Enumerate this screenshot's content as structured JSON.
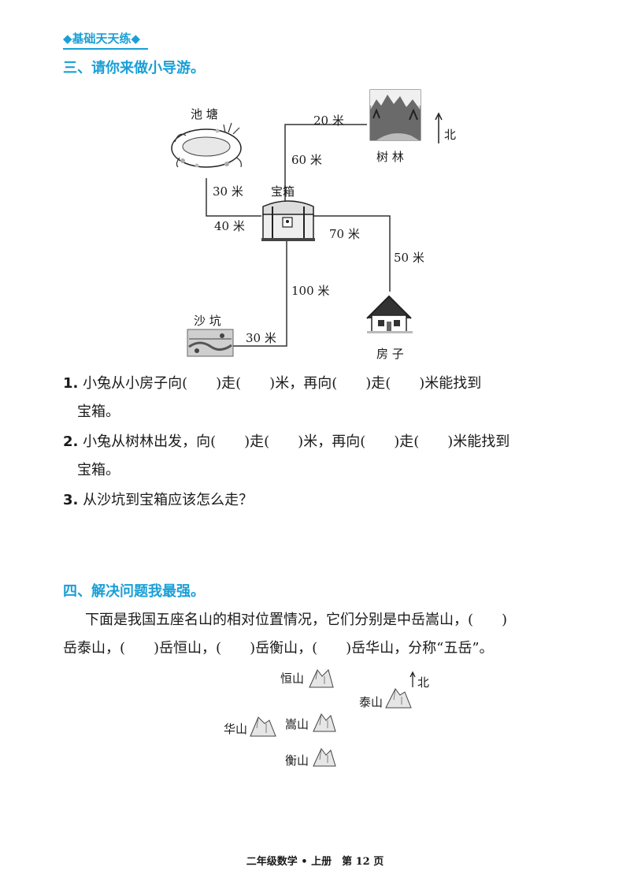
{
  "header": {
    "tag": "◆基础天天练◆"
  },
  "section3": {
    "title": "三、请你来做小导游。",
    "map": {
      "places": {
        "pond": "池 塘",
        "forest": "树 林",
        "chest": "宝箱",
        "sand": "沙 坑",
        "house": "房 子"
      },
      "north": "北",
      "distances": {
        "forest_h": "20 米",
        "forest_v": "60 米",
        "pond_v": "30 米",
        "pond_h": "40 米",
        "house_h": "70 米",
        "house_v": "50 米",
        "sand_v": "100 米",
        "sand_h": "30 米"
      }
    },
    "questions": [
      {
        "num": "1.",
        "line1": "小兔从小房子向(　　)走(　　)米，再向(　　)走(　　)米能找到",
        "line2": "宝箱。"
      },
      {
        "num": "2.",
        "line1": "小兔从树林出发，向(　　)走(　　)米，再向(　　)走(　　)米能找到",
        "line2": "宝箱。"
      },
      {
        "num": "3.",
        "line1": "从沙坑到宝箱应该怎么走？",
        "line2": ""
      }
    ]
  },
  "section4": {
    "title": "四、解决问题我最强。",
    "para1": "下面是我国五座名山的相对位置情况，它们分别是中岳嵩山，(　　)",
    "para2": "岳泰山，(　　)岳恒山，(　　)岳衡山，(　　)岳华山，分称“五岳”。",
    "mountains": {
      "heng_n": "恒山",
      "tai": "泰山",
      "hua": "华山",
      "song": "嵩山",
      "heng_s": "衡山"
    },
    "north": "北"
  },
  "footer": "二年级数学 • 上册　第 12 页"
}
